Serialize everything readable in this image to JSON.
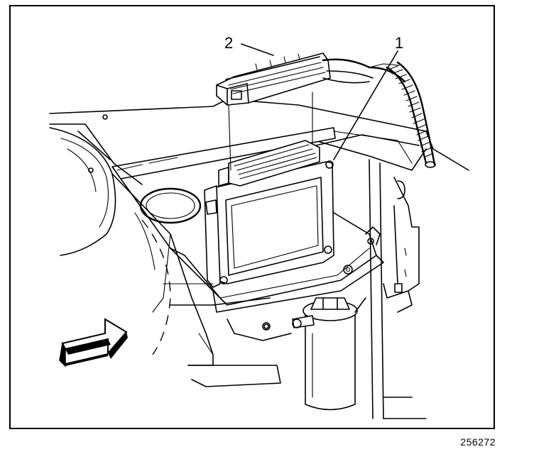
{
  "figure": {
    "callouts": [
      {
        "number": "1",
        "label": "1"
      },
      {
        "number": "2",
        "label": "2"
      }
    ],
    "figure_number": "256272"
  }
}
